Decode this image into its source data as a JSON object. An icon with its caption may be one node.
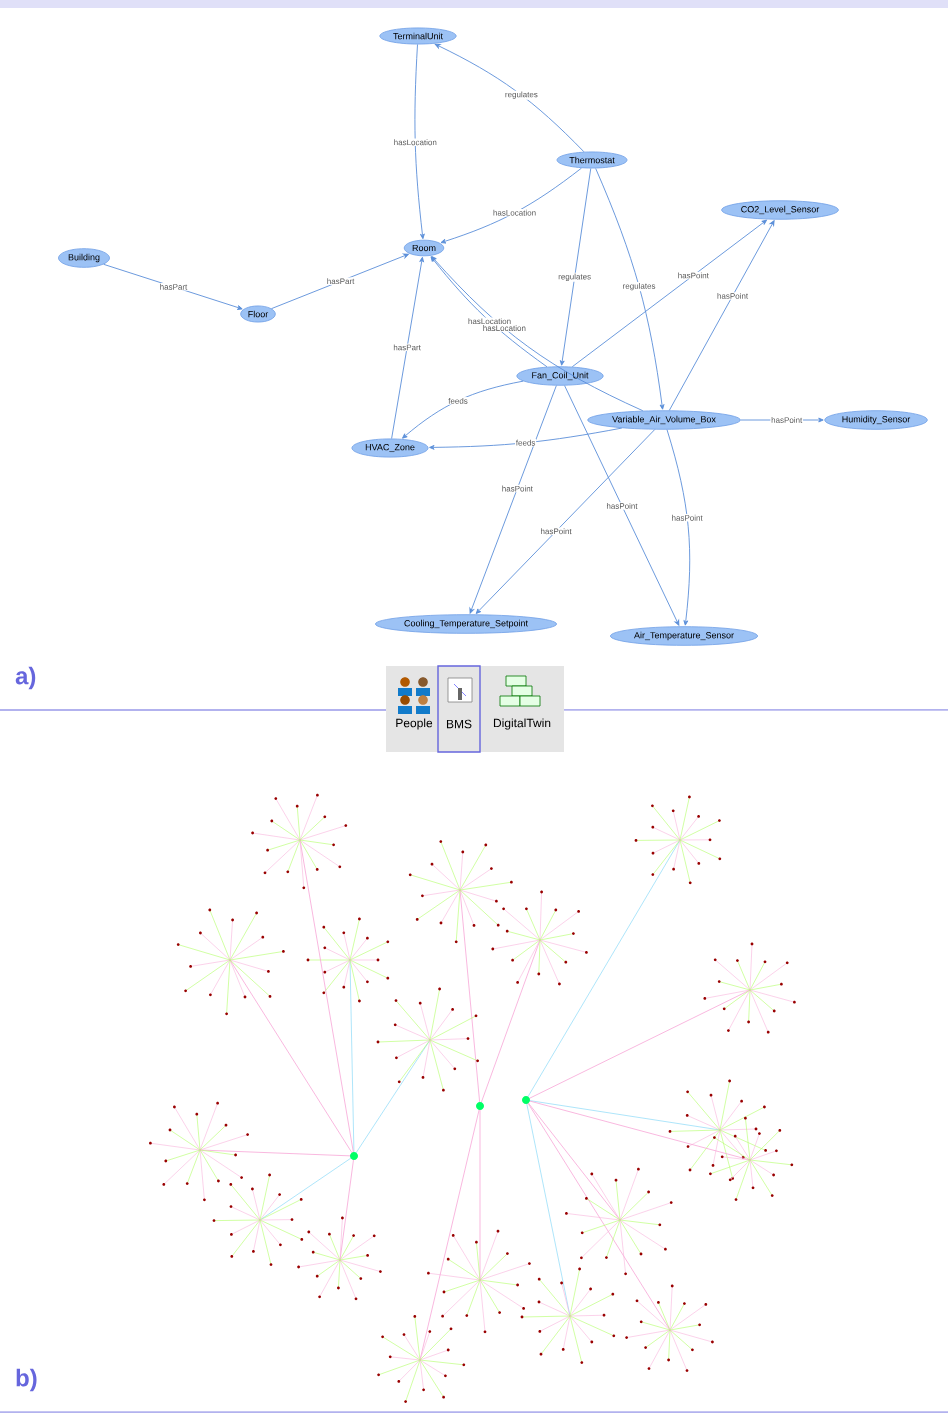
{
  "diagram": {
    "nodes": [
      {
        "text": [
          "TerminalUnit"
        ]
      },
      {
        "text": [
          "Thermostat"
        ]
      },
      {
        "text": [
          "CO2_Level_Sensor"
        ]
      },
      {
        "text": [
          "Room"
        ]
      },
      {
        "text": [
          "Building"
        ]
      },
      {
        "text": [
          "Floor"
        ]
      },
      {
        "text": [
          "Fan_Coil_Unit"
        ]
      },
      {
        "text": [
          "Variable_Air_Volume_Box"
        ]
      },
      {
        "text": [
          "Humidity_Sensor"
        ]
      },
      {
        "text": [
          "HVAC_Zone"
        ]
      },
      {
        "text": [
          "Cooling_Temperature_Setpoint"
        ]
      },
      {
        "text": [
          "Air_Temperature_Sensor"
        ]
      }
    ],
    "edges": [
      {
        "from": 1,
        "to": 0,
        "arrow": "to",
        "label": "regulates"
      },
      {
        "from": 0,
        "to": 3,
        "arrow": "to",
        "label": "hasLocation"
      },
      {
        "from": 1,
        "to": 3,
        "arrow": "to",
        "label": "hasLocation"
      },
      {
        "from": 4,
        "to": 5,
        "arrow": "to",
        "label": "hasPart"
      },
      {
        "from": 5,
        "to": 3,
        "arrow": "to",
        "label": "hasPart"
      },
      {
        "from": 9,
        "to": 3,
        "arrow": "to",
        "label": "hasPart"
      },
      {
        "from": 6,
        "to": 3,
        "arrow": "to",
        "label": "hasLocation"
      },
      {
        "from": 7,
        "to": 3,
        "arrow": "to",
        "label": "hasLocation"
      },
      {
        "from": 1,
        "to": 6,
        "arrow": "to",
        "label": "regulates"
      },
      {
        "from": 1,
        "to": 7,
        "arrow": "to",
        "label": "regulates"
      },
      {
        "from": 6,
        "to": 2,
        "arrow": "to",
        "label": "hasPoint"
      },
      {
        "from": 7,
        "to": 2,
        "arrow": "to",
        "label": "hasPoint"
      },
      {
        "from": 7,
        "to": 8,
        "arrow": "to",
        "label": "hasPoint"
      },
      {
        "from": 6,
        "to": 9,
        "arrow": "to",
        "label": "feeds"
      },
      {
        "from": 7,
        "to": 9,
        "arrow": "to",
        "label": "feeds"
      },
      {
        "from": 6,
        "to": 10,
        "arrow": "to",
        "label": "hasPoint"
      },
      {
        "from": 7,
        "to": 10,
        "arrow": "to",
        "label": "hasPoint"
      },
      {
        "from": 6,
        "to": 11,
        "arrow": "to",
        "label": "hasPoint"
      },
      {
        "from": 7,
        "to": 11,
        "arrow": "to",
        "label": "hasPoint"
      }
    ],
    "labels": [
      "a)",
      "People",
      "BMS",
      "DigitalTwin",
      "b)"
    ]
  }
}
